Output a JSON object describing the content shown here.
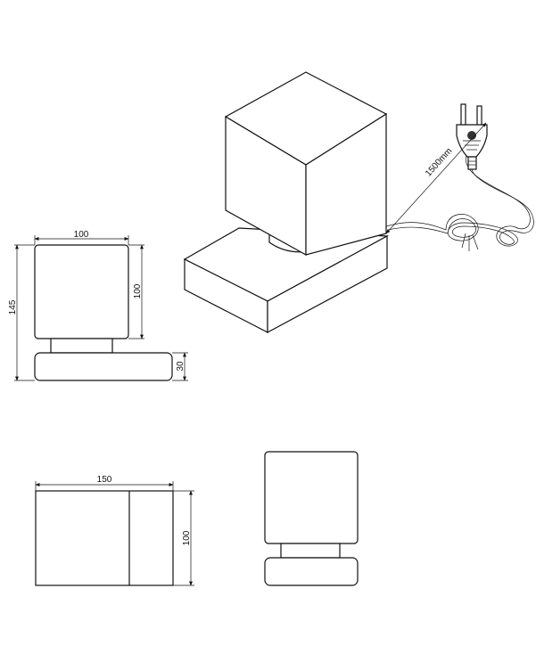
{
  "dimensions": {
    "front_width": "100",
    "front_shade_height": "100",
    "front_total_height": "145",
    "front_base_height": "30",
    "bottom_width": "150",
    "bottom_depth": "100",
    "cable_length": "1500mm"
  },
  "colors": {
    "line": "#111111",
    "background": "#ffffff"
  }
}
